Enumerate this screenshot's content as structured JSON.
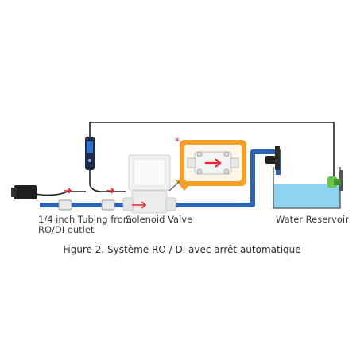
{
  "labels": {
    "tubing_line1": "1/4 inch Tubing from",
    "tubing_line2": "RO/DI outlet",
    "solenoid": "Solenoid Valve",
    "reservoir": "Water Reservoir"
  },
  "caption": "Figure 2. Système RO / DI avec arrêt automatique",
  "annotation_mark": "*",
  "colors": {
    "tubing": "#2b63b8",
    "wire": "#222222",
    "highlight": "#f2a02a",
    "water": "#8fd3ef",
    "flow_arrow": "#e5252a",
    "float_switch": "#6cc24a"
  },
  "icons": [
    "power-adapter-icon",
    "controller-icon",
    "solenoid-valve-icon",
    "check-valve-icon",
    "float-switch-icon",
    "flow-arrow-icon"
  ]
}
